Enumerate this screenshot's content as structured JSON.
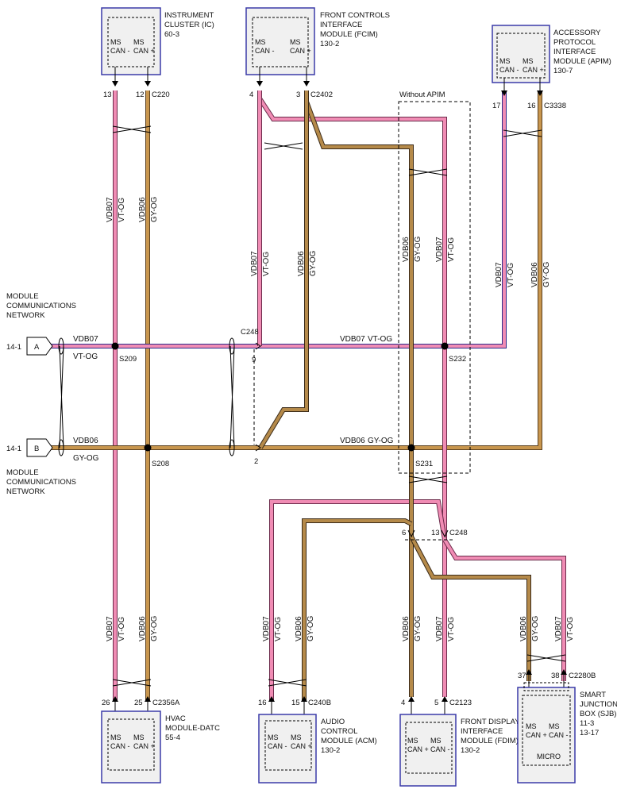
{
  "modules": {
    "ic": {
      "name": [
        "INSTRUMENT",
        "CLUSTER (IC)",
        "60-3"
      ],
      "pins": [
        "MS",
        "CAN -",
        "MS",
        "CAN +"
      ],
      "connector": "C220",
      "pin_a": "13",
      "pin_b": "12"
    },
    "fcim": {
      "name": [
        "FRONT CONTROLS",
        "INTERFACE",
        "MODULE (FCIM)",
        "130-2"
      ],
      "pins": [
        "MS",
        "CAN -",
        "MS",
        "CAN +"
      ],
      "connector": "C2402",
      "pin_a": "4",
      "pin_b": "3"
    },
    "apim": {
      "name": [
        "ACCESSORY",
        "PROTOCOL",
        "INTERFACE",
        "MODULE (APIM)",
        "130-7"
      ],
      "pins": [
        "MS",
        "CAN -",
        "MS",
        "CAN +"
      ],
      "connector": "C3338",
      "pin_a": "17",
      "pin_b": "16"
    },
    "hvac": {
      "name": [
        "HVAC",
        "MODULE-DATC",
        "55-4"
      ],
      "pins": [
        "MS",
        "CAN -",
        "MS",
        "CAN +"
      ],
      "connector": "C2356A",
      "pin_a": "26",
      "pin_b": "25"
    },
    "acm": {
      "name": [
        "AUDIO",
        "CONTROL",
        "MODULE (ACM)",
        "130-2"
      ],
      "pins": [
        "MS",
        "CAN -",
        "MS",
        "CAN +"
      ],
      "connector": "C240B",
      "pin_a": "16",
      "pin_b": "15"
    },
    "fdim": {
      "name": [
        "FRONT DISPLAY",
        "INTERFACE",
        "MODULE (FDIM)",
        "130-2"
      ],
      "pins": [
        "MS",
        "CAN +",
        "MS",
        "CAN -"
      ],
      "connector": "C2123",
      "pin_a": "4",
      "pin_b": "5"
    },
    "sjb": {
      "name": [
        "SMART",
        "JUNCTION",
        "BOX (SJB)",
        "11-3",
        "13-17"
      ],
      "pins": [
        "MS",
        "CAN +",
        "MS",
        "CAN -"
      ],
      "connector": "C2280B",
      "pin_a": "37",
      "pin_b": "38",
      "micro": "MICRO"
    }
  },
  "network": {
    "left_label": [
      "MODULE",
      "COMMUNICATIONS",
      "NETWORK"
    ],
    "ref_a": "14-1",
    "ref_b": "14-1",
    "tag_a": "A",
    "tag_b": "B",
    "without_apim": "Without APIM"
  },
  "wires": {
    "vt_code": "VDB07",
    "vt_color": "VT-OG",
    "gy_code": "VDB06",
    "gy_color": "GY-OG",
    "vt_hex": "#f08cb4",
    "gy_hex": "#b58a4a"
  },
  "splices": {
    "s209": "S209",
    "s208": "S208",
    "s232": "S232",
    "s231": "S231"
  },
  "connectors": {
    "c248": "C248",
    "c248_pin_9": "9",
    "c248_pin_2": "2",
    "c248b": "C248",
    "c248b_pin_6": "6",
    "c248b_pin_13": "13"
  }
}
